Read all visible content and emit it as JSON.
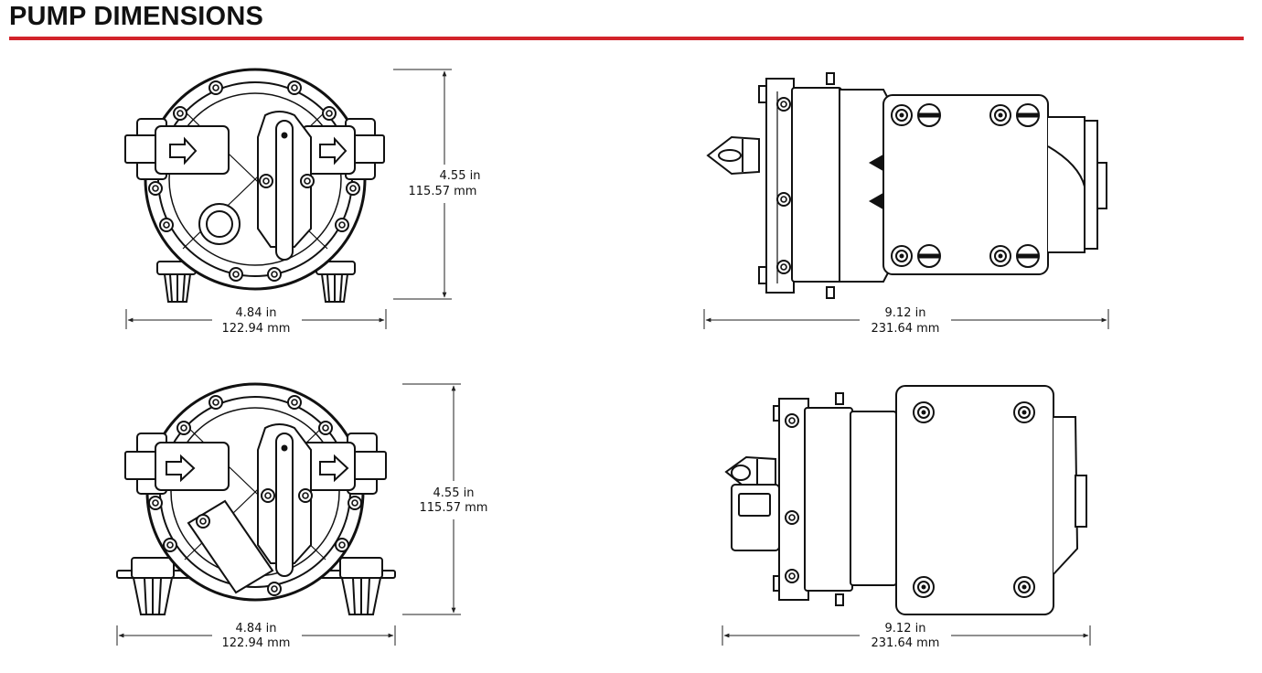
{
  "page": {
    "title": "PUMP DIMENSIONS",
    "accent_color": "#d2232a"
  },
  "views": [
    {
      "name": "top-front",
      "width": {
        "in": "4.84 in",
        "mm": "122.94 mm"
      },
      "height": {
        "in": "4.55 in",
        "mm": "115.57 mm"
      }
    },
    {
      "name": "top-side",
      "length": {
        "in": "9.12 in",
        "mm": "231.64 mm"
      }
    },
    {
      "name": "bottom-front",
      "width": {
        "in": "4.84 in",
        "mm": "122.94 mm"
      },
      "height": {
        "in": "4.55 in",
        "mm": "115.57 mm"
      }
    },
    {
      "name": "bottom-side",
      "length": {
        "in": "9.12 in",
        "mm": "231.64 mm"
      }
    }
  ]
}
